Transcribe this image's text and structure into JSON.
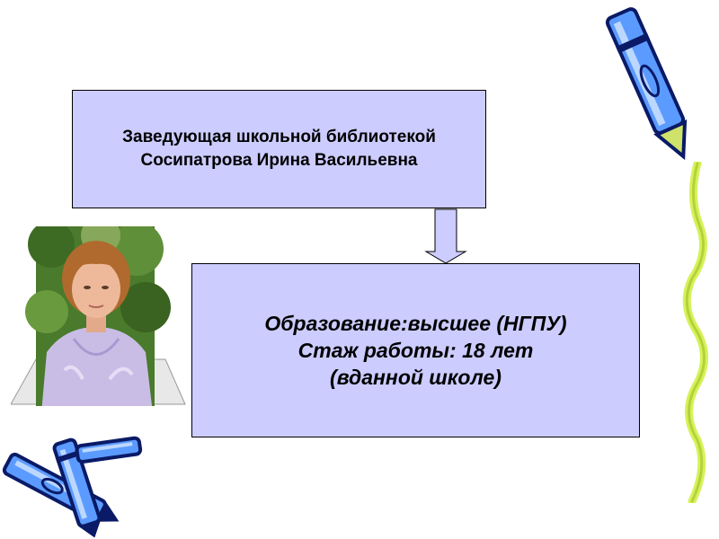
{
  "header": {
    "line1": "Заведующая школьной библиотекой",
    "line2": "Сосипатрова Ирина Васильевна"
  },
  "info": {
    "line1": "Образование:высшее (НГПУ)",
    "line2": "Стаж работы: 18 лет",
    "line3": "(вданной школе)"
  },
  "colors": {
    "box_fill": "#ccccff",
    "pen_blue": "#5b9bff",
    "pen_dark": "#0a1a66",
    "vine_green": "#d6f25a"
  },
  "icons": [
    "down-arrow-icon",
    "pen-icon",
    "vine-decoration"
  ]
}
